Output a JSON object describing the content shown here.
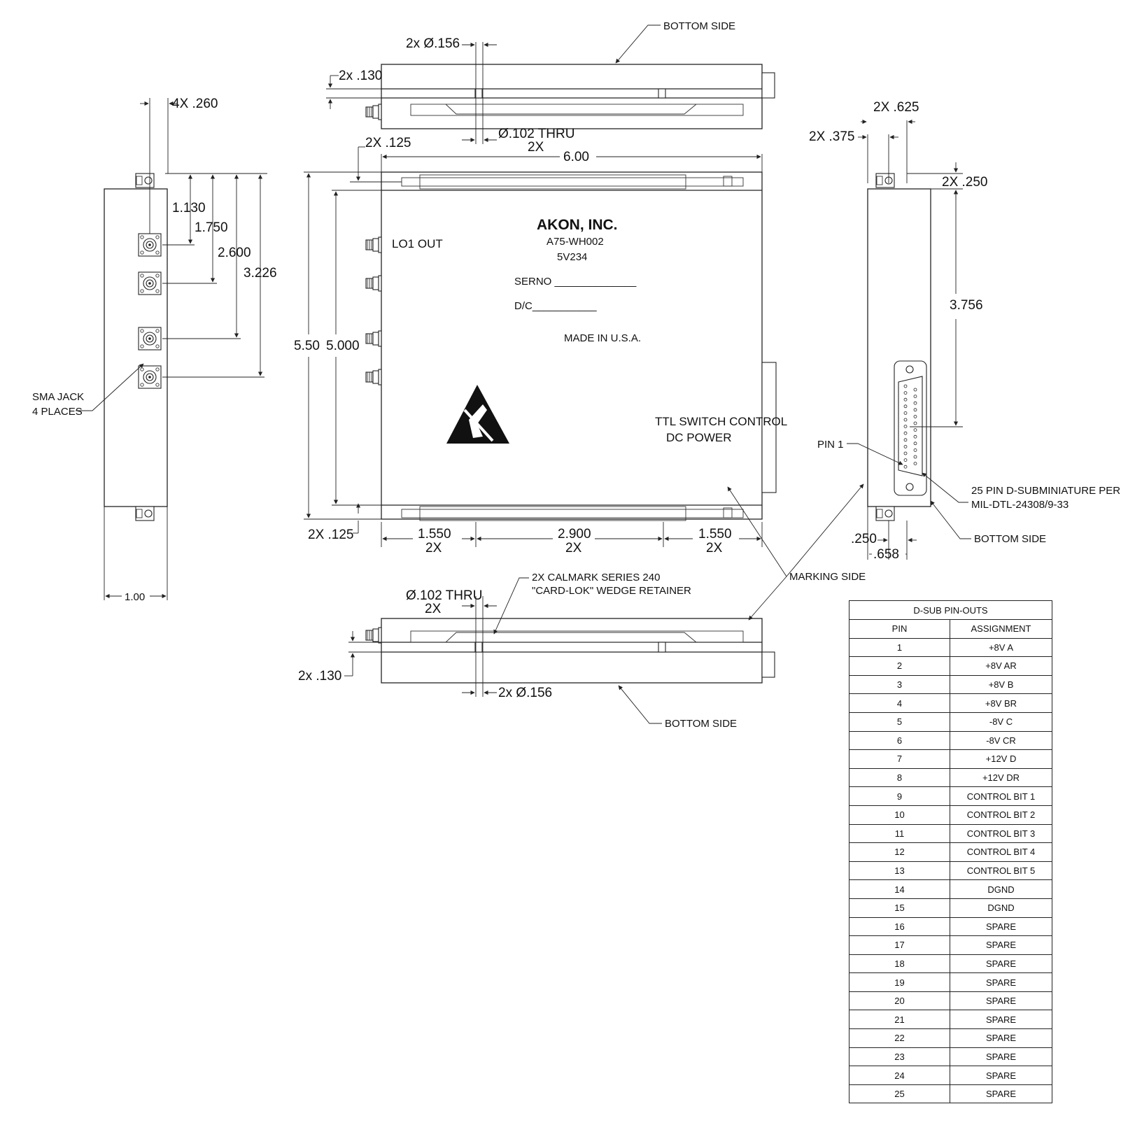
{
  "left_view": {
    "dim_4x": "4X .260",
    "dim_1130": "1.130",
    "dim_1750": "1.750",
    "dim_2600": "2.600",
    "dim_3226": "3.226",
    "dim_width": "1.00",
    "sma_label_1": "SMA JACK",
    "sma_label_2": "4 PLACES"
  },
  "top_view": {
    "bottom_side": "BOTTOM SIDE",
    "dia156": "2x Ø.156",
    "dim_130": "2x .130",
    "thru_1": "Ø.102 THRU",
    "thru_2": "2X"
  },
  "main_view": {
    "dim_125_top": "2X .125",
    "dim_width": "6.00",
    "dim_550": "5.50",
    "dim_5000": "5.000",
    "lo_out": "LO1 OUT",
    "brand": "AKON, INC.",
    "model": "A75-WH002",
    "code": "5V234",
    "serno": "SERNO ______________",
    "dc": "D/C___________",
    "made": "MADE IN U.S.A.",
    "ttl_1": "TTL SWITCH CONTROL",
    "ttl_2": "DC POWER",
    "dim_125_bottom": "2X .125",
    "dim_1550_l": "1.550",
    "dim_2x_l": "2X",
    "dim_2900": "2.900",
    "dim_2x_m": "2X",
    "dim_1550_r": "1.550",
    "dim_2x_r": "2X"
  },
  "bottom_view": {
    "calmark_1": "2X CALMARK SERIES 240",
    "calmark_2": "\"CARD-LOK\" WEDGE RETAINER",
    "thru_1": "Ø.102 THRU",
    "thru_2": "2X",
    "dim_130": "2x .130",
    "dia156": "2x Ø.156",
    "bottom_side": "BOTTOM SIDE",
    "marking_side": "MARKING SIDE"
  },
  "right_view": {
    "dim_625": "2X .625",
    "dim_375": "2X .375",
    "dim_250": "2X .250",
    "dim_3756": "3.756",
    "pin1": "PIN 1",
    "dsub_1": "25 PIN D-SUBMINIATURE PER",
    "dsub_2": "MIL-DTL-24308/9-33",
    "dim_250_b": ".250",
    "dim_658": ".658",
    "bottom_side": "BOTTOM SIDE"
  },
  "pin_table": {
    "caption": "D-SUB PIN-OUTS",
    "headers": [
      "PIN",
      "ASSIGNMENT"
    ],
    "rows": [
      [
        "1",
        "+8V A"
      ],
      [
        "2",
        "+8V AR"
      ],
      [
        "3",
        "+8V B"
      ],
      [
        "4",
        "+8V BR"
      ],
      [
        "5",
        "-8V C"
      ],
      [
        "6",
        "-8V CR"
      ],
      [
        "7",
        "+12V D"
      ],
      [
        "8",
        "+12V DR"
      ],
      [
        "9",
        "CONTROL BIT 1"
      ],
      [
        "10",
        "CONTROL BIT 2"
      ],
      [
        "11",
        "CONTROL BIT 3"
      ],
      [
        "12",
        "CONTROL BIT 4"
      ],
      [
        "13",
        "CONTROL BIT 5"
      ],
      [
        "14",
        "DGND"
      ],
      [
        "15",
        "DGND"
      ],
      [
        "16",
        "SPARE"
      ],
      [
        "17",
        "SPARE"
      ],
      [
        "18",
        "SPARE"
      ],
      [
        "19",
        "SPARE"
      ],
      [
        "20",
        "SPARE"
      ],
      [
        "21",
        "SPARE"
      ],
      [
        "22",
        "SPARE"
      ],
      [
        "23",
        "SPARE"
      ],
      [
        "24",
        "SPARE"
      ],
      [
        "25",
        "SPARE"
      ]
    ]
  }
}
